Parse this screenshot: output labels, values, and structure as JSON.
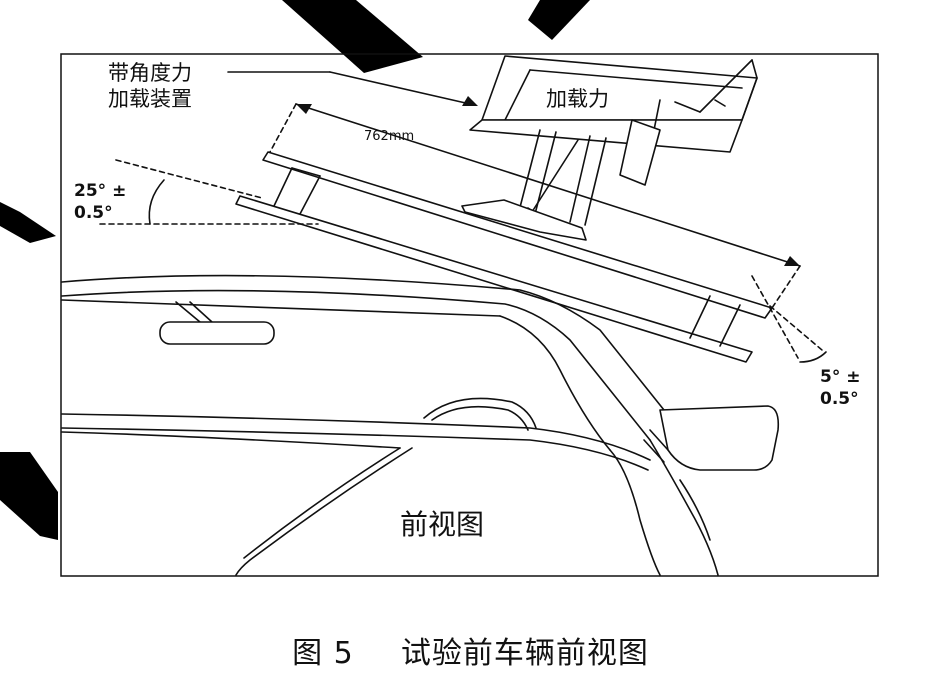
{
  "diagram": {
    "device_label_line1": "带角度力",
    "device_label_line2": "加载装置",
    "force_label": "加载力",
    "length_label": "762mm",
    "angle_left_line1": "25° ±",
    "angle_left_line2": "0.5°",
    "angle_right_line1": "5° ±",
    "angle_right_line2": "0.5°",
    "view_label": "前视图"
  },
  "caption": {
    "figure_number": "图 5",
    "title": "试验前车辆前视图"
  },
  "colors": {
    "line": "#111111",
    "decor_stripe": "#000000",
    "background": "#ffffff"
  }
}
